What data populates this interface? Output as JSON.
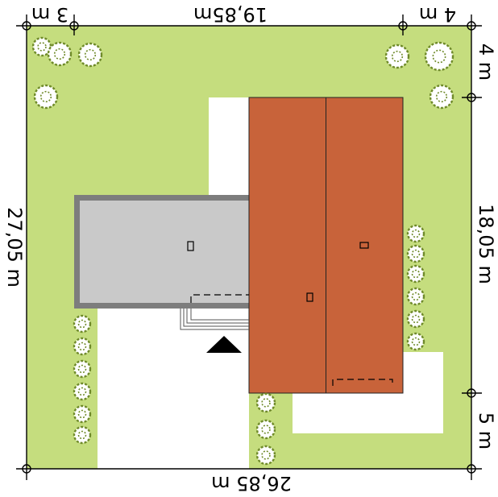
{
  "dimensions": {
    "top_left": "3 m",
    "top_width": "19,85m",
    "top_right": "4 m",
    "bottom_width": "26,85 m",
    "left_height": "27,05 m",
    "right_upper": "4 m",
    "right_middle": "18,05 m",
    "right_lower": "5 m"
  },
  "colors": {
    "plot": "#c5dd7e",
    "roof_tile": "#c8633a",
    "flat_roof": "#c9c9c9",
    "flat_roof_border": "#7d7d7d",
    "paving": "#ffffff",
    "line": "#000000",
    "shrub": "#6f8a2a"
  },
  "icons": {
    "north_arrow": "triangle-entrance-icon",
    "shrub": "shrub-icon",
    "chimney": "chimney-icon"
  }
}
